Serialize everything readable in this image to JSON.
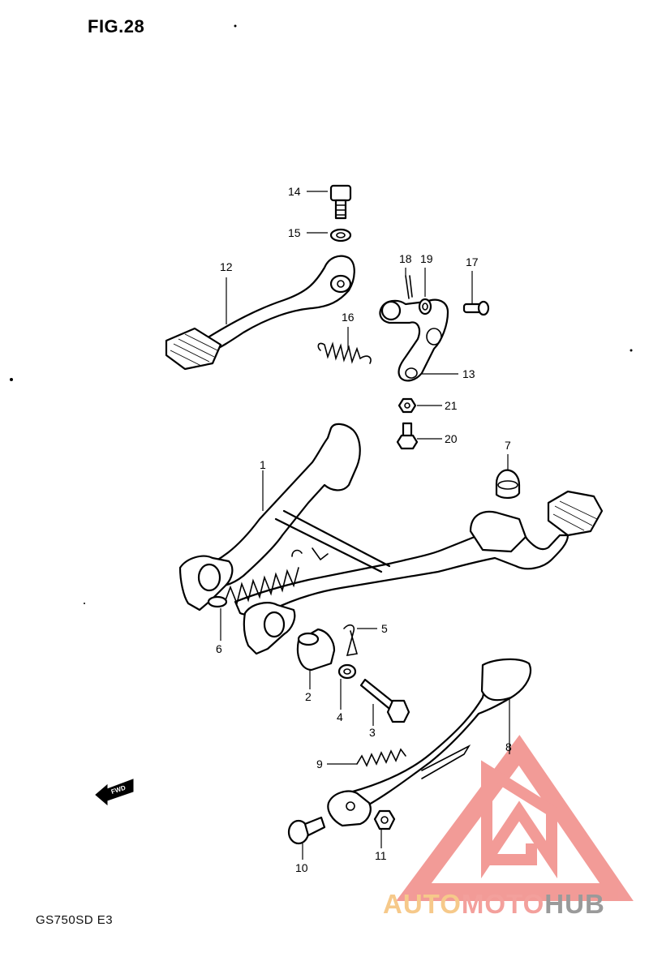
{
  "figure": {
    "title": "FIG.28",
    "model_code": "GS750SD E3",
    "direction_arrow": "FWD"
  },
  "callouts": [
    {
      "id": "1",
      "text": "1"
    },
    {
      "id": "2",
      "text": "2"
    },
    {
      "id": "3",
      "text": "3"
    },
    {
      "id": "4",
      "text": "4"
    },
    {
      "id": "5",
      "text": "5"
    },
    {
      "id": "6",
      "text": "6"
    },
    {
      "id": "7",
      "text": "7"
    },
    {
      "id": "8",
      "text": "8"
    },
    {
      "id": "9",
      "text": "9"
    },
    {
      "id": "10",
      "text": "10"
    },
    {
      "id": "11",
      "text": "11"
    },
    {
      "id": "12",
      "text": "12"
    },
    {
      "id": "13",
      "text": "13"
    },
    {
      "id": "14",
      "text": "14"
    },
    {
      "id": "15",
      "text": "15"
    },
    {
      "id": "16",
      "text": "16"
    },
    {
      "id": "17",
      "text": "17"
    },
    {
      "id": "18",
      "text": "18"
    },
    {
      "id": "19",
      "text": "19"
    },
    {
      "id": "20",
      "text": "20"
    },
    {
      "id": "21",
      "text": "21"
    }
  ],
  "watermark": {
    "part1": "AUTO",
    "part2": "MOTO",
    "part3": "HUB",
    "colors": {
      "auto": "#f6c98a",
      "moto": "#f3a09c",
      "hub": "#9a9a9a",
      "logo": "#f08a86"
    }
  }
}
